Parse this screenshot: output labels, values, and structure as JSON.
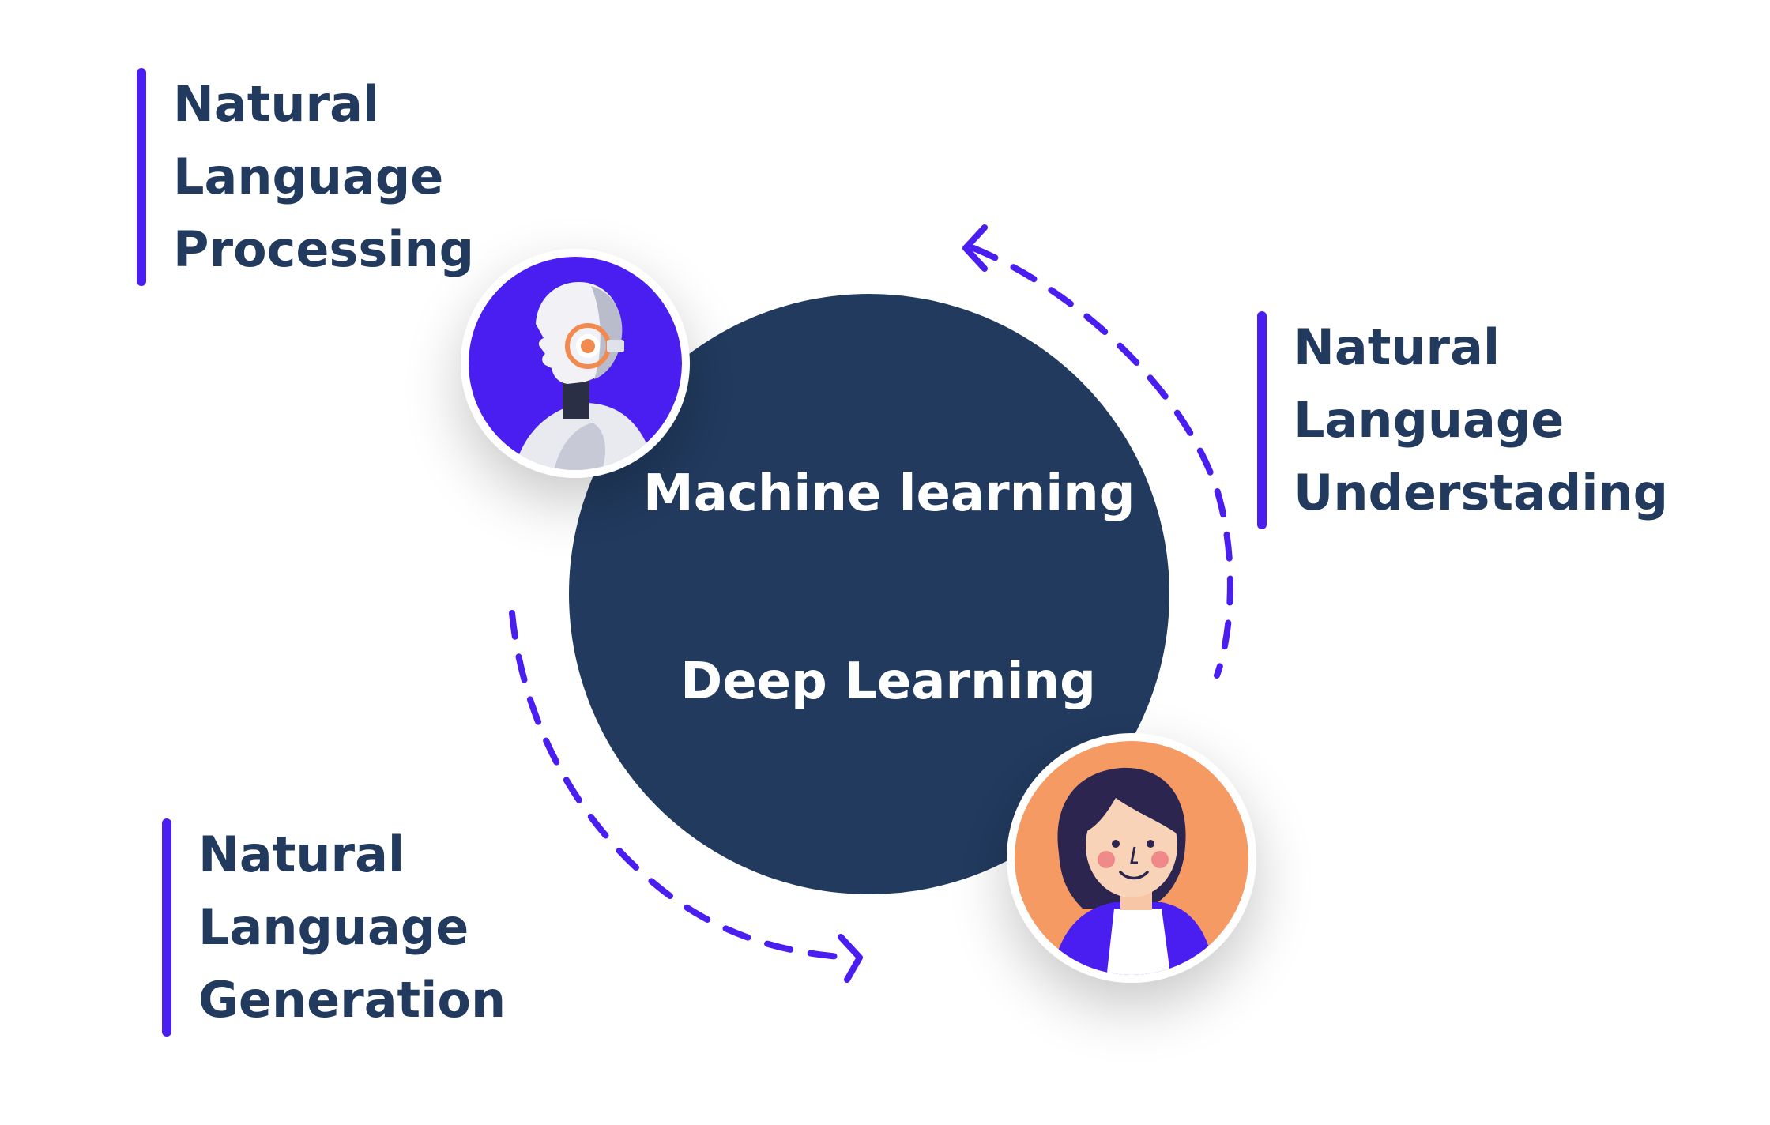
{
  "colors": {
    "accent": "#4a1ef0",
    "core_circle": "#213a5e",
    "label_text": "#213a5e",
    "robot_bg": "#4a1ef0",
    "person_bg": "#f59a63",
    "ring": "#ffffff"
  },
  "labels": {
    "nlp": {
      "line1": "Natural",
      "line2": "Language",
      "line3": "Processing"
    },
    "nlu": {
      "line1": "Natural",
      "line2": "Language",
      "line3": "Understading"
    },
    "nlg": {
      "line1": "Natural",
      "line2": "Language",
      "line3": "Generation"
    }
  },
  "core": {
    "top_text": "Machine learning",
    "bottom_text": "Deep Learning"
  },
  "icons": {
    "robot": "robot-avatar-icon",
    "person": "person-avatar-icon",
    "arrow_top": "dashed-arrow-icon",
    "arrow_bottom": "dashed-arrow-icon"
  }
}
